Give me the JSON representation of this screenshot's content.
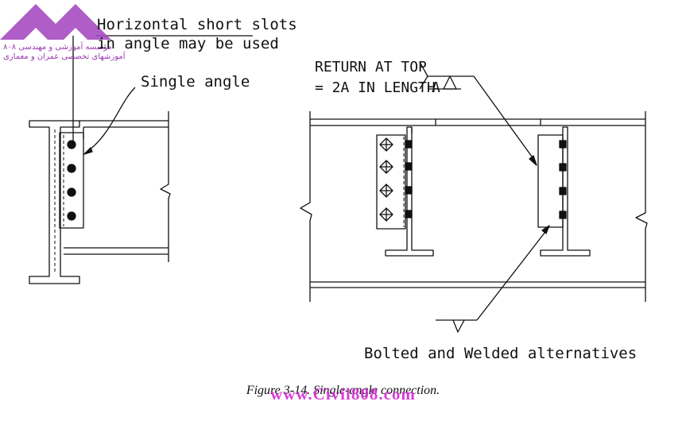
{
  "labels": {
    "slots_line1": "Horizontal short slots",
    "slots_line2": "in angle may be used",
    "single_angle": "Single angle",
    "return_line1": "RETURN AT TOP",
    "return_line2": "= 2A IN LENGTH",
    "weld_size": "A",
    "alternatives": "Bolted and Welded alternatives"
  },
  "caption": "Figure 3-14.  Single-angle connection.",
  "watermark": {
    "url": "www.Civil808.com",
    "logo_line1": "مؤسسه آموزشی و مهندسی ۸۰۸",
    "logo_line2": "آموزشهای تخصصی عمران و معماری"
  },
  "colors": {
    "ink": "#111111",
    "watermark": "#d42bd4",
    "logo": "#9b3bb0"
  }
}
